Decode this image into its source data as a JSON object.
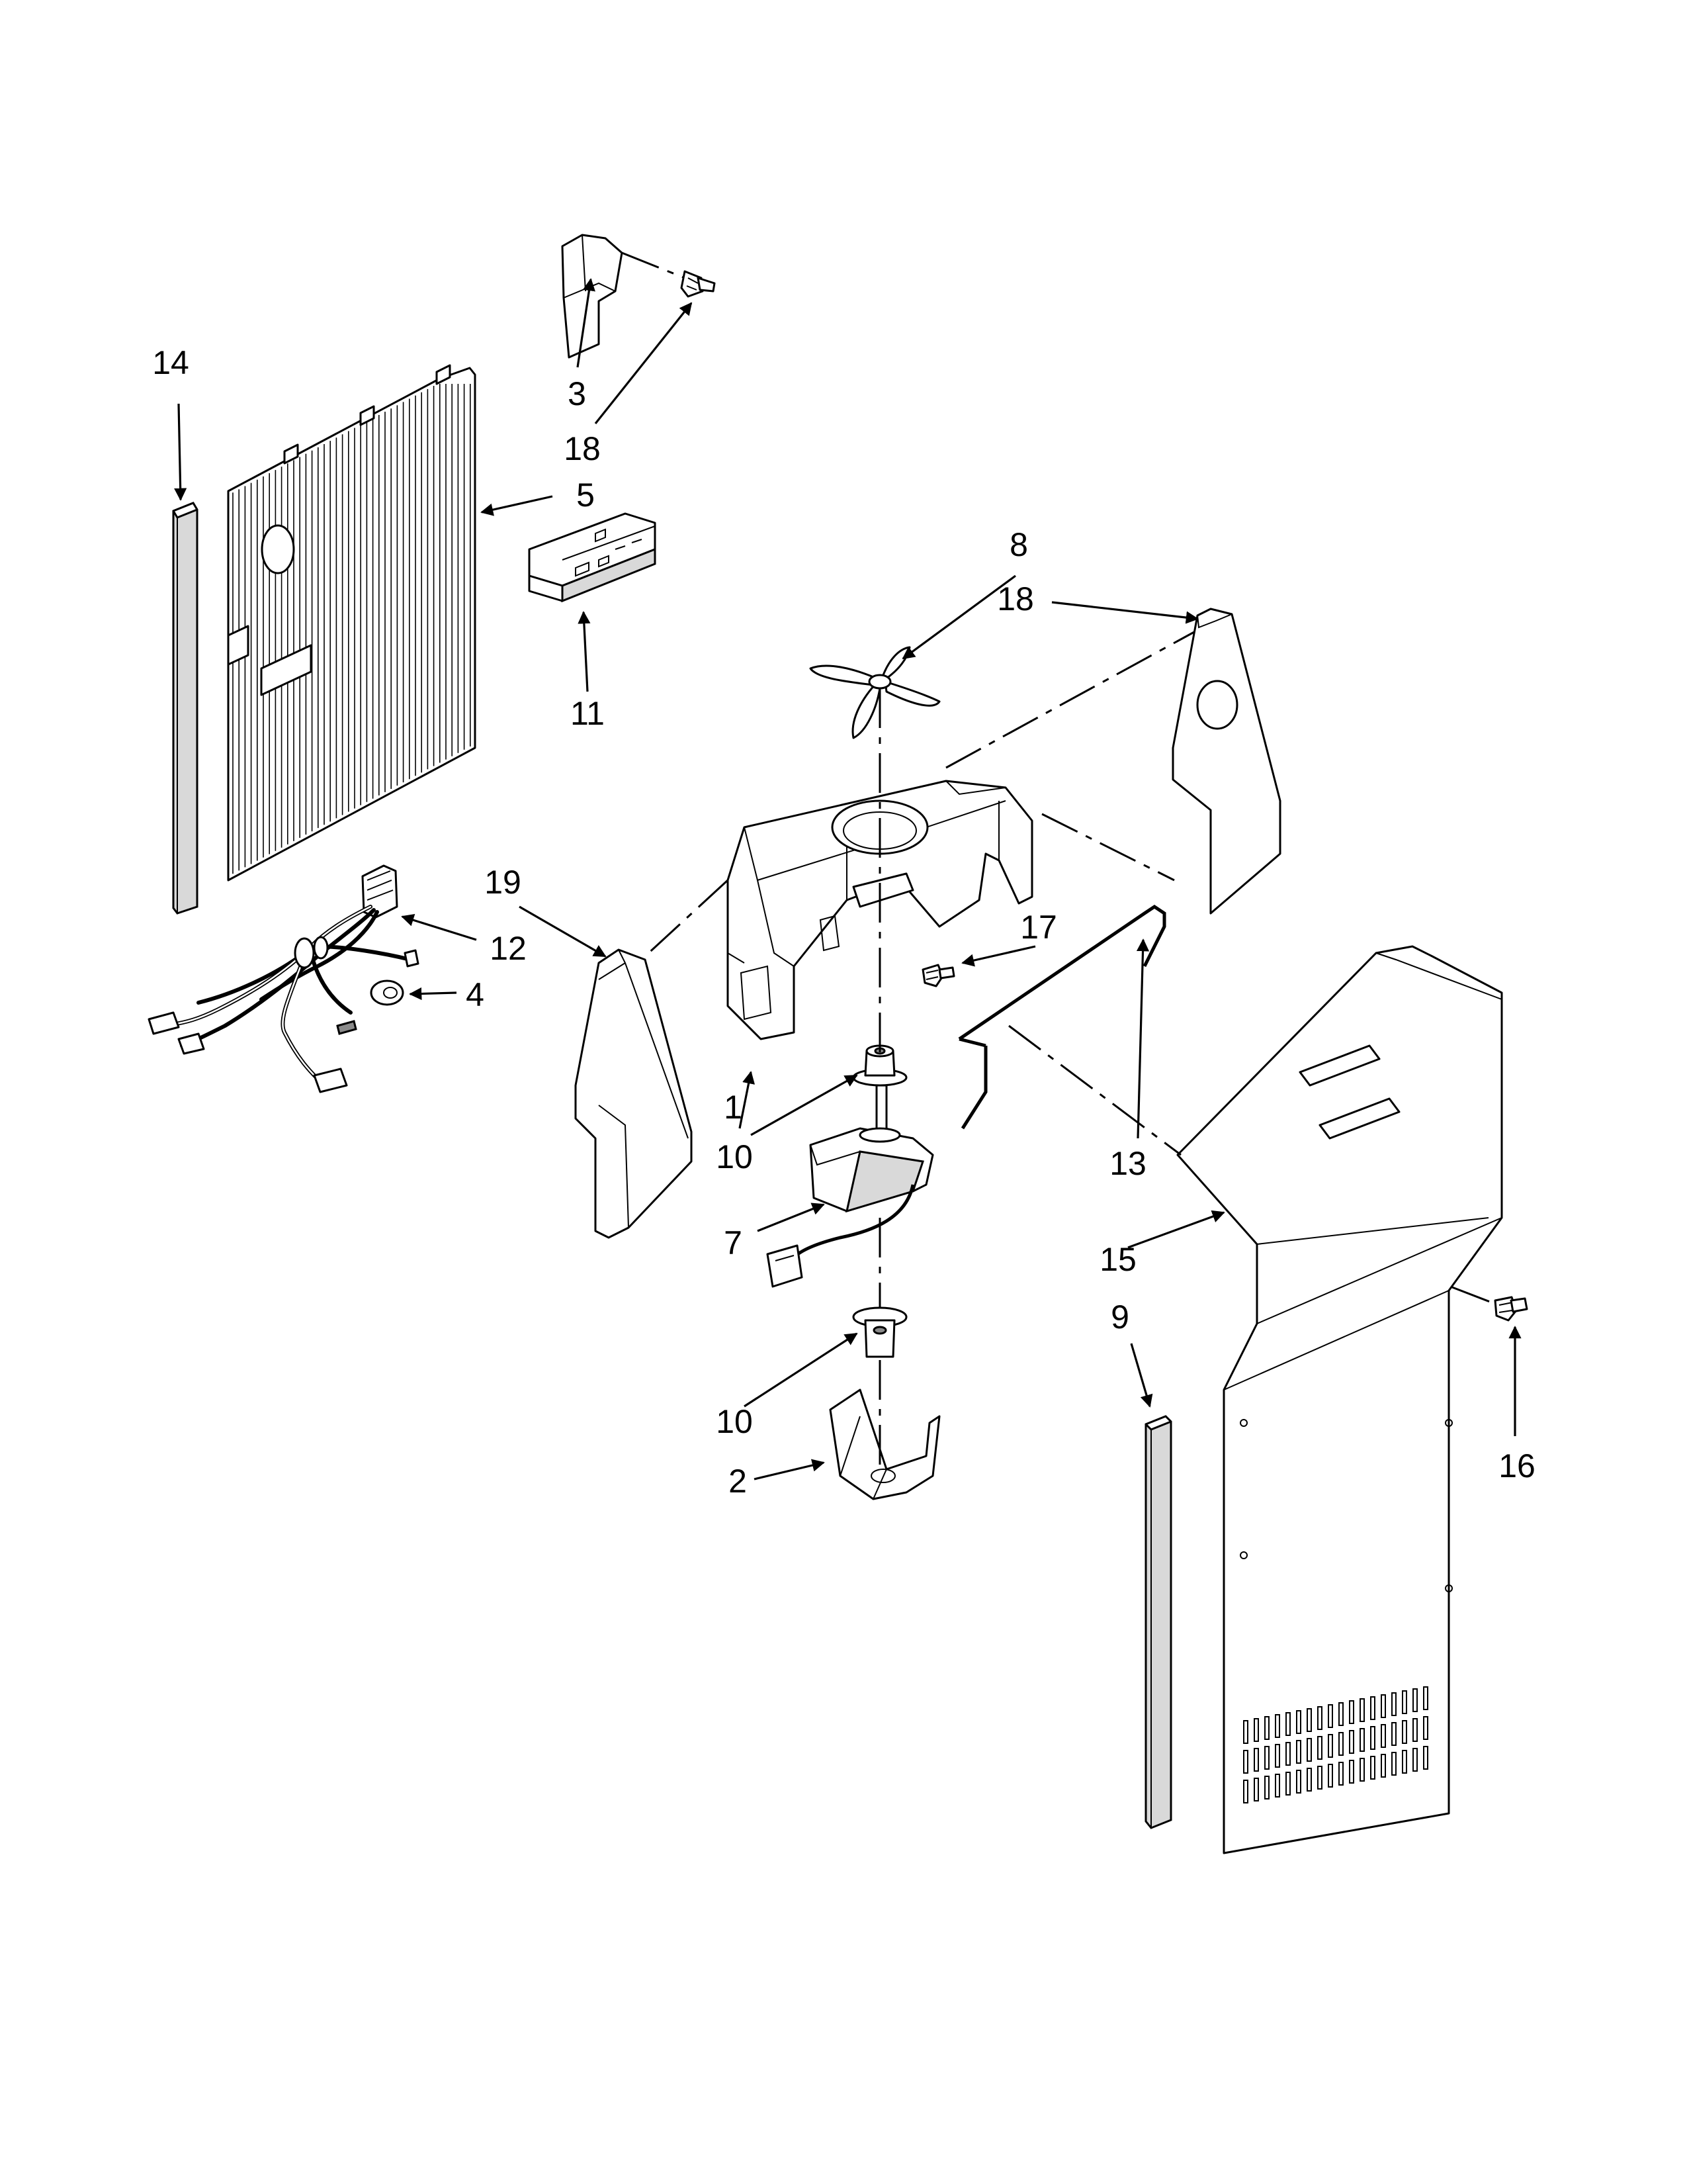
{
  "callouts": [
    {
      "id": "c14",
      "label": "14"
    },
    {
      "id": "c3",
      "label": "3"
    },
    {
      "id": "c18a",
      "label": "18"
    },
    {
      "id": "c5",
      "label": "5"
    },
    {
      "id": "c11",
      "label": "11"
    },
    {
      "id": "c8",
      "label": "8"
    },
    {
      "id": "c18b",
      "label": "18"
    },
    {
      "id": "c19",
      "label": "19"
    },
    {
      "id": "c12",
      "label": "12"
    },
    {
      "id": "c4",
      "label": "4"
    },
    {
      "id": "c17",
      "label": "17"
    },
    {
      "id": "c13",
      "label": "13"
    },
    {
      "id": "c1",
      "label": "1"
    },
    {
      "id": "c10a",
      "label": "10"
    },
    {
      "id": "c7",
      "label": "7"
    },
    {
      "id": "c15",
      "label": "15"
    },
    {
      "id": "c9",
      "label": "9"
    },
    {
      "id": "c16",
      "label": "16"
    },
    {
      "id": "c10b",
      "label": "10"
    },
    {
      "id": "c2",
      "label": "2"
    }
  ]
}
